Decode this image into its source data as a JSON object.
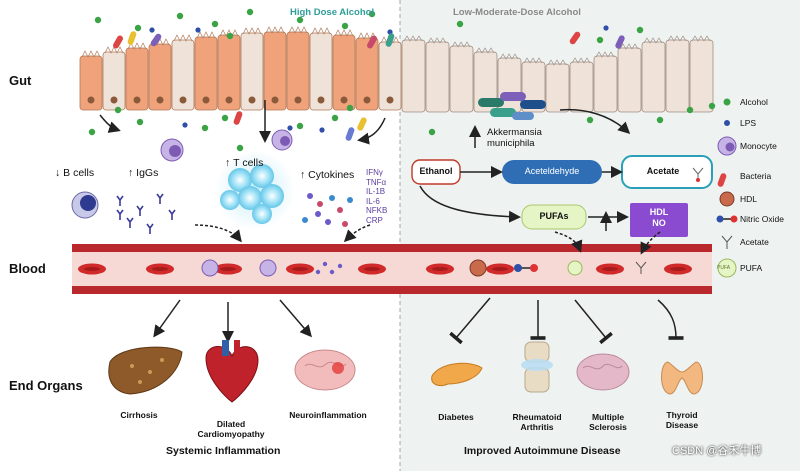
{
  "headers": {
    "left": "High Dose Alcohol",
    "right": "Low-Moderate-Dose Alcohol"
  },
  "row_labels": {
    "gut": "Gut",
    "blood": "Blood",
    "organs": "End Organs"
  },
  "left_cells": {
    "b_cells": "B cells",
    "iggs": "IgGs",
    "t_cells": "T cells",
    "cytokines": "Cytokines",
    "cytokine_list": [
      "IFNγ",
      "TNFα",
      "IL-1B",
      "IL-6",
      "NFKB",
      "CRP"
    ]
  },
  "right_flow": {
    "akkermansia": [
      "Akkermansia",
      "municiphila"
    ],
    "ethanol": "Ethanol",
    "acetaldehyde": "Aceteldehyde",
    "acetate": "Acetate",
    "pufas": "PUFAs",
    "hdl_no": [
      "HDL",
      "NO"
    ]
  },
  "legend": [
    "Alcohol",
    "LPS",
    "Monocyte",
    "Bacteria",
    "HDL",
    "Nitric Oxide",
    "Acetate",
    "PUFA"
  ],
  "legend_pufa_icon_text": "PUFA",
  "left_organs": [
    "Cirrhosis",
    "Dilated Cardiomyopathy",
    "Neuroinflammation"
  ],
  "right_organs": [
    [
      "Diabetes"
    ],
    [
      "Rheumatoid",
      "Arthritis"
    ],
    [
      "Multiple",
      "Sclerosis"
    ],
    [
      "Thyroid",
      "Disease"
    ]
  ],
  "bottom": {
    "left": "Systemic Inflammation",
    "right": "Improved Autoimmune Disease"
  },
  "watermark": "CSDN @谷禾牛博",
  "colors": {
    "right_bg": "#eef3f2",
    "gut_cell_orange": "#f0a37a",
    "gut_cell_beige": "#efe2d8",
    "blood_vessel": "#c0392b",
    "rbc": "#d12a2a",
    "alcohol_dot": "#3aa346",
    "lps_dot": "#2f4fa8",
    "t_cell_blue": "#7fd3ef",
    "pufa_box": "#e6f5c6",
    "hdl_box": "#8a4bd0",
    "header_teal": "#2e9e9a"
  }
}
